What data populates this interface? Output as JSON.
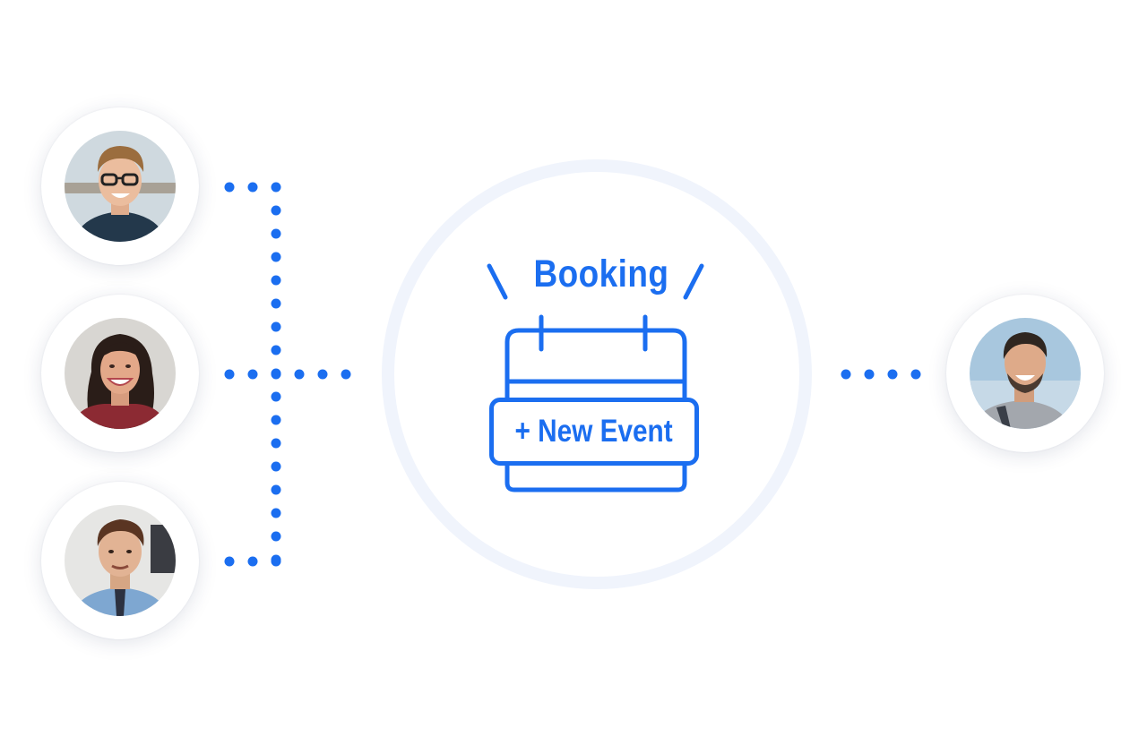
{
  "hub": {
    "title": "Booking",
    "action_label": "+ New Event",
    "icon": "calendar-icon"
  },
  "participants": [
    {
      "name": "participant-avatar-1",
      "icon": "person-photo",
      "side": "left"
    },
    {
      "name": "participant-avatar-2",
      "icon": "person-photo",
      "side": "left"
    },
    {
      "name": "participant-avatar-3",
      "icon": "person-photo",
      "side": "left"
    },
    {
      "name": "host-avatar",
      "icon": "person-photo",
      "side": "right"
    }
  ],
  "colors": {
    "accent": "#1b6ef0",
    "ring": "#f0f4fc",
    "background": "#ffffff"
  }
}
